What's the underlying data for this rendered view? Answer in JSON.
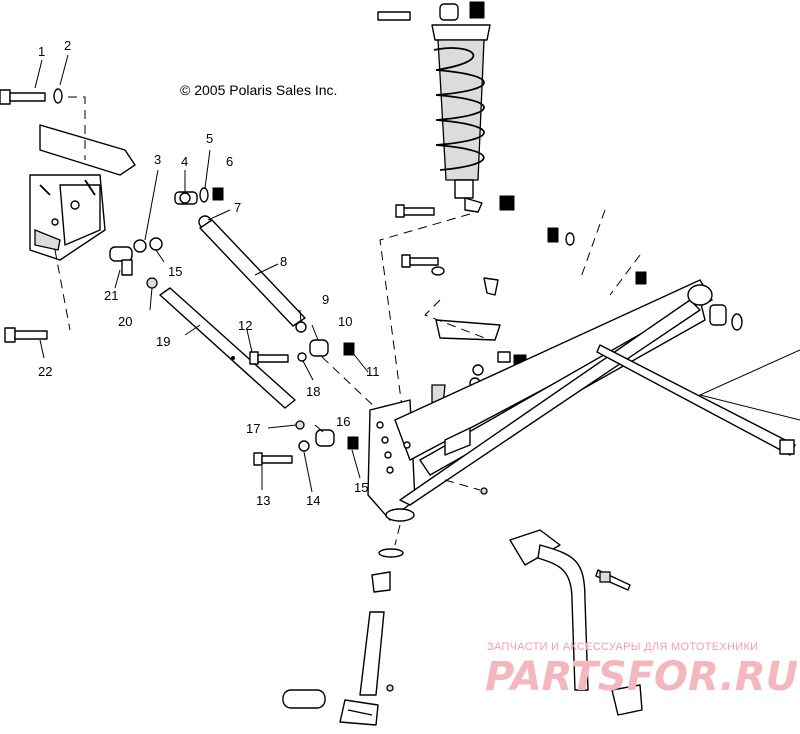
{
  "copyright": "© 2005 Polaris Sales Inc.",
  "watermark": {
    "tagline": "ЗАПЧАСТИ И АКСЕССУАРЫ ДЛЯ МОТОТЕХНИКИ",
    "logo": "PARTSFOR.RU"
  },
  "callouts": {
    "c1": "1",
    "c2": "2",
    "c3": "3",
    "c4": "4",
    "c5": "5",
    "c6": "6",
    "c7": "7",
    "c8": "8",
    "c9": "9",
    "c10": "10",
    "c11": "11",
    "c12": "12",
    "c13": "13",
    "c14": "14",
    "c15a": "15",
    "c15b": "15",
    "c16": "16",
    "c17": "17",
    "c18": "18",
    "c19": "19",
    "c20": "20",
    "c21": "21",
    "c22": "22"
  },
  "colors": {
    "ink": "#000000",
    "watermark": "#f2a0a8",
    "background": "#ffffff"
  }
}
